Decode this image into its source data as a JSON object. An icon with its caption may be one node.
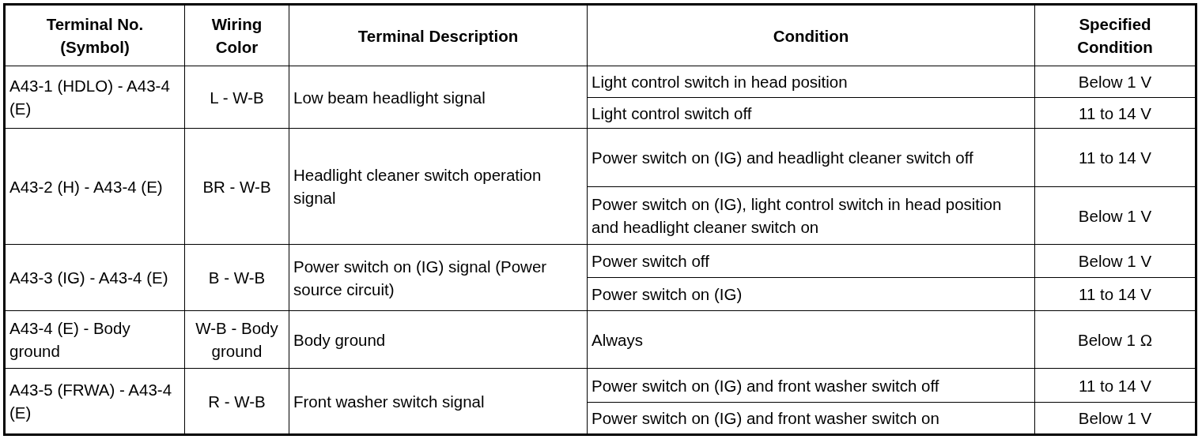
{
  "diagram": {
    "labels": [
      "Terminal No. (Symbol)",
      "Wiring Color",
      "Terminal Description",
      "Condition",
      "Specified Condition",
      "A43-1 (HDLO) - A43-4 (E)",
      "L - W-B",
      "Low beam headlight signal",
      "Light control switch in head position",
      "Below 1 V",
      "Light control switch off",
      "11 to 14 V",
      "A43-2 (H) - A43-4 (E)",
      "BR - W-B",
      "Headlight cleaner switch operation signal",
      "Power switch on (IG) and headlight cleaner switch off",
      "11 to 14 V",
      "Power switch on (IG), light control switch in head position and headlight cleaner switch on",
      "Below 1 V",
      "A43-3 (IG) - A43-4 (E)",
      "B - W-B",
      "Power switch on (IG) signal (Power source circuit)",
      "Power switch off",
      "Below 1 V",
      "Power switch on (IG)",
      "11 to 14 V",
      "A43-4 (E) - Body ground",
      "W-B - Body ground",
      "Body ground",
      "Always",
      "Below 1 Ω",
      "A43-5 (FRWA) - A43-4 (E)",
      "R - W-B",
      "Front washer switch signal",
      "Power switch on (IG) and front washer switch off",
      "11 to 14 V",
      "Power switch on (IG) and front washer switch on",
      "Below 1 V"
    ]
  }
}
